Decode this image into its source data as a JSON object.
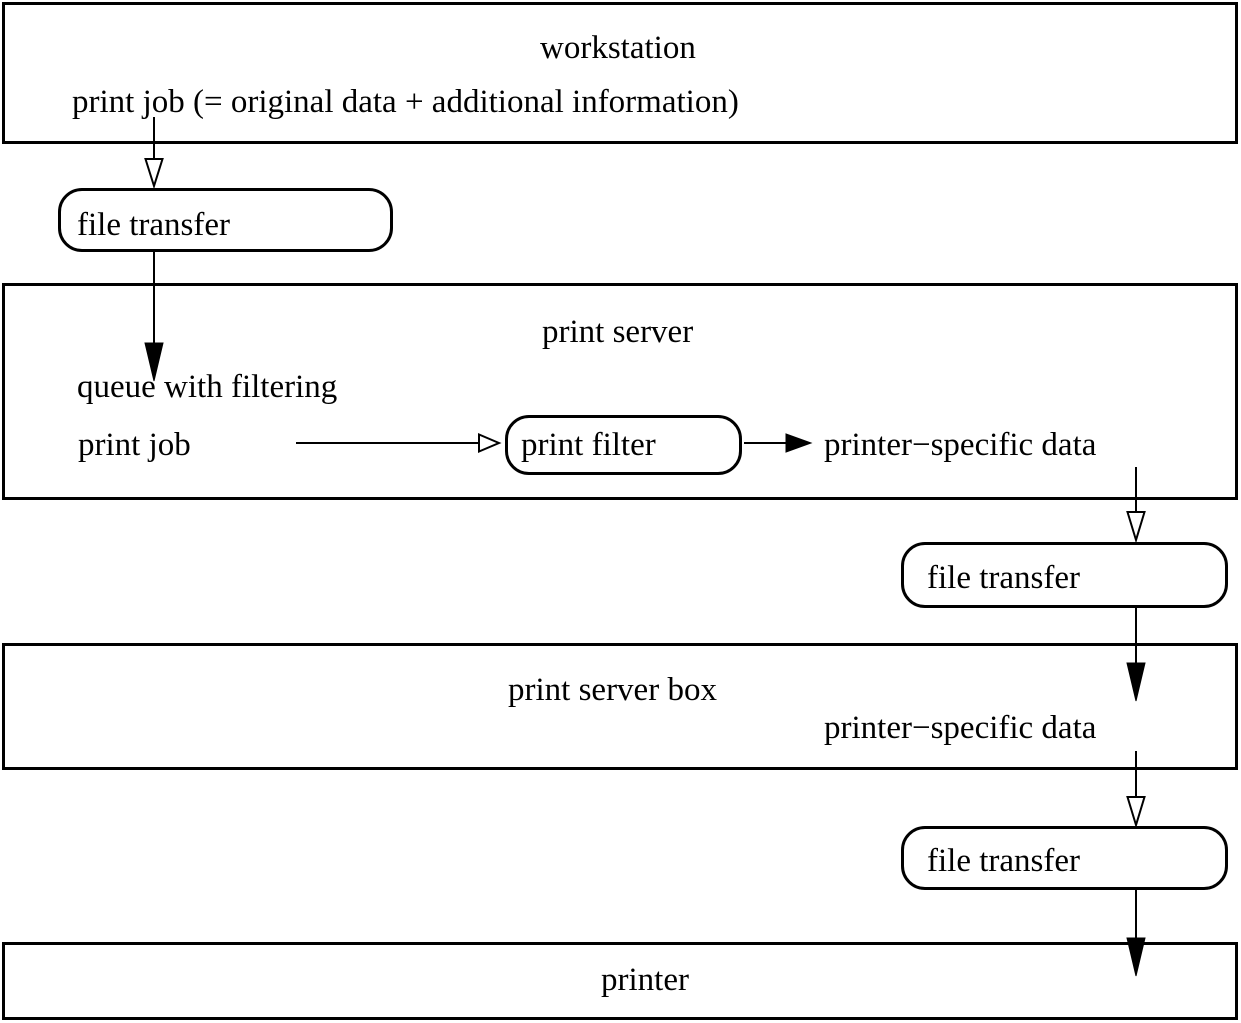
{
  "colors": {
    "background": "#ffffff",
    "stroke": "#000000",
    "text": "#000000"
  },
  "workstation": {
    "title": "workstation",
    "subtitle": "print job (= original data + additional information)"
  },
  "transfer1": {
    "label": "file transfer"
  },
  "print_server": {
    "title": "print server",
    "queue_line": "queue with filtering",
    "job_line": "print job",
    "filter_label": "print filter",
    "output_label": "printer−specific data"
  },
  "transfer2": {
    "label": "file transfer"
  },
  "print_server_box": {
    "title": "print server box",
    "data_label": "printer−specific data"
  },
  "transfer3": {
    "label": "file transfer"
  },
  "printer": {
    "title": "printer"
  }
}
